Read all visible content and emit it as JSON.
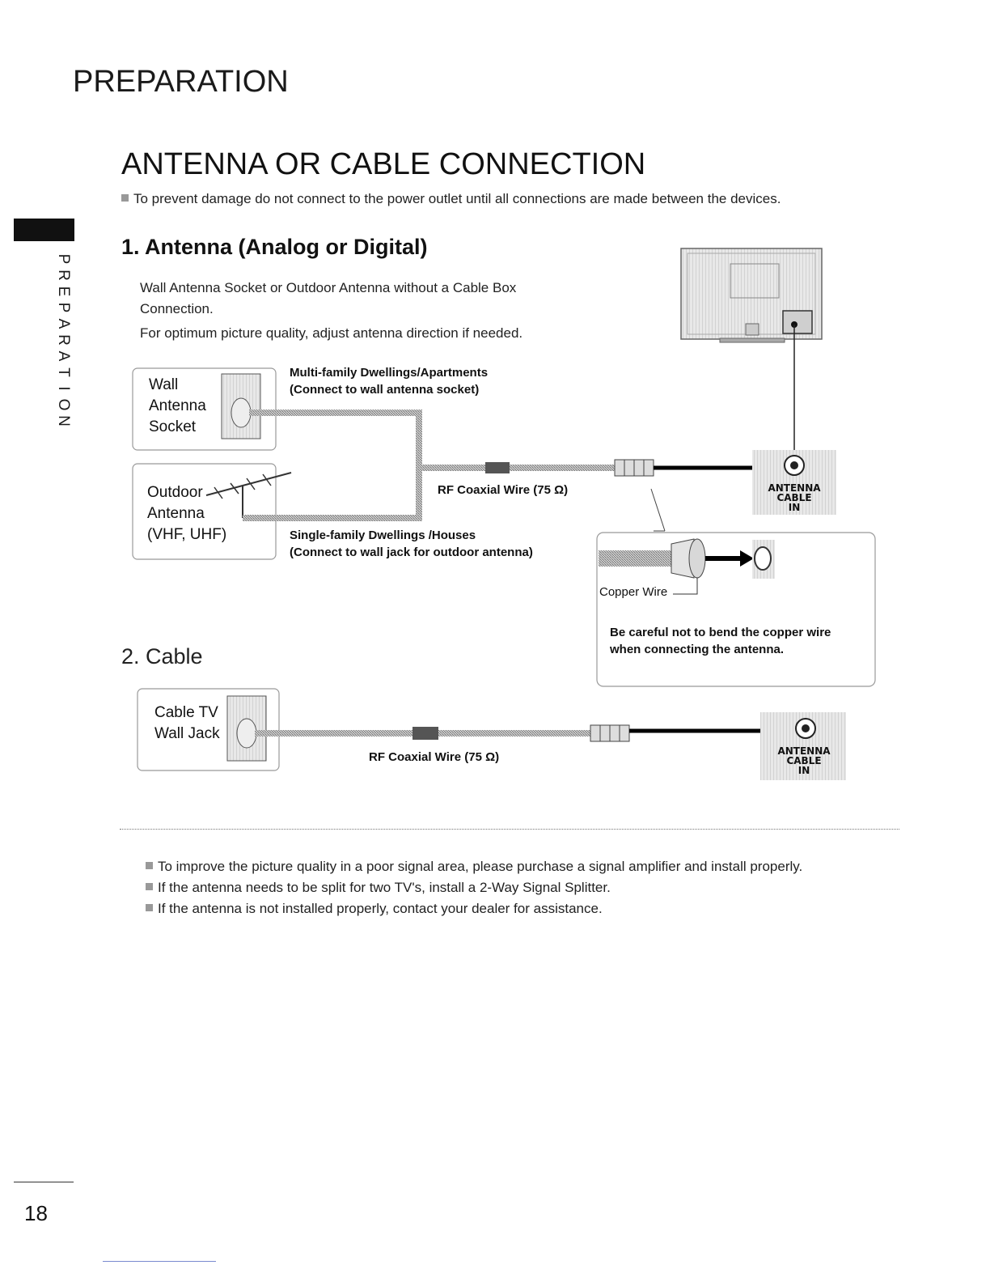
{
  "section_header": "PREPARATION",
  "side_label": "PREPARATION",
  "page_title": "ANTENNA OR CABLE CONNECTION",
  "intro_note": "To prevent damage do not connect to the power outlet until all connections are made between the devices.",
  "antenna": {
    "heading": "1. Antenna (Analog or Digital)",
    "desc_line1": "Wall Antenna Socket or Outdoor Antenna without a Cable Box Connection.",
    "desc_line2": "For optimum picture quality, adjust antenna direction if needed.",
    "wall_socket_label": [
      "Wall",
      "Antenna",
      "Socket"
    ],
    "outdoor_label": [
      "Outdoor",
      "Antenna",
      "(VHF, UHF)"
    ],
    "multi_family_caption": [
      "Multi-family Dwellings/Apartments",
      "(Connect to wall antenna socket)"
    ],
    "single_family_caption": [
      "Single-family Dwellings /Houses",
      "(Connect to wall jack for outdoor antenna)"
    ],
    "wire_caption": "RF Coaxial Wire (75 Ω)",
    "jack_label": [
      "ANTENNA",
      "CABLE",
      "IN"
    ],
    "copper_wire_label": "Copper Wire",
    "copper_note": [
      "Be careful not to bend the copper wire",
      "when connecting the antenna."
    ]
  },
  "cable": {
    "heading": "2. Cable",
    "wall_jack_label": [
      "Cable TV",
      "Wall Jack"
    ],
    "wire_caption": "RF Coaxial Wire (75 Ω)",
    "jack_label": [
      "ANTENNA",
      "CABLE",
      "IN"
    ]
  },
  "tips": [
    "To improve the picture quality in a poor signal area, please purchase a signal amplifier and install properly.",
    "If the antenna needs to be split for two TV's, install a 2-Way Signal Splitter.",
    "If the antenna is not installed properly, contact your dealer for assistance."
  ],
  "page_number": "18"
}
